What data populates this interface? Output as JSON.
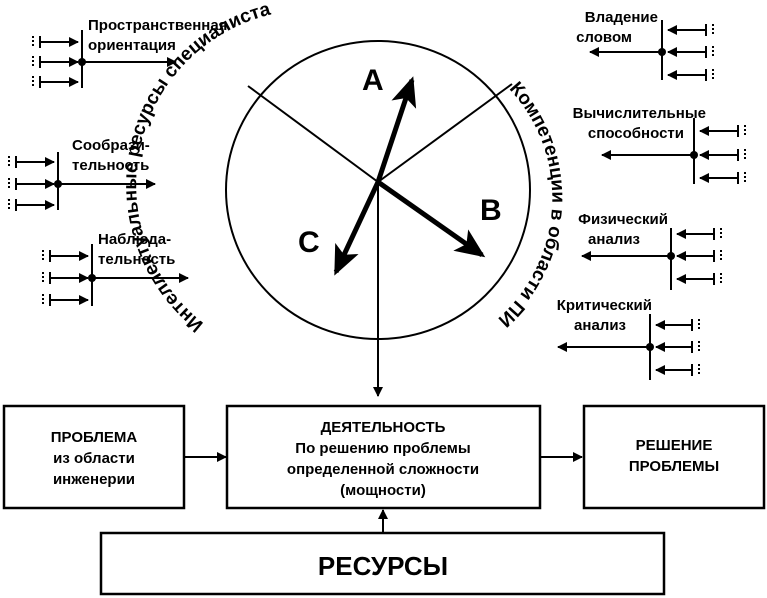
{
  "arcs": {
    "left": "Интеллектуальные ресурсы специалиста",
    "right": "Компетенции в области ПИ"
  },
  "vectors": {
    "a": "A",
    "b": "B",
    "c": "C"
  },
  "abilities_left": [
    {
      "lines": [
        "Пространственная",
        "ориентация"
      ]
    },
    {
      "lines": [
        "Сообрази-",
        "тельность"
      ]
    },
    {
      "lines": [
        "Наблюда-",
        "тельность"
      ]
    }
  ],
  "abilities_right": [
    {
      "lines": [
        "Владение",
        "словом"
      ]
    },
    {
      "lines": [
        "Вычислительные",
        "способности"
      ]
    },
    {
      "lines": [
        "Физический",
        "анализ"
      ]
    },
    {
      "lines": [
        "Критический",
        "анализ"
      ]
    }
  ],
  "boxes": {
    "problem": [
      "ПРОБЛЕМА",
      "из области",
      "инженерии"
    ],
    "activity": [
      "ДЕЯТЕЛЬНОСТЬ",
      "По решению проблемы",
      "определенной сложности",
      "(мощности)"
    ],
    "solution": [
      "РЕШЕНИЕ",
      "ПРОБЛЕМЫ"
    ],
    "resources": "РЕСУРСЫ"
  }
}
